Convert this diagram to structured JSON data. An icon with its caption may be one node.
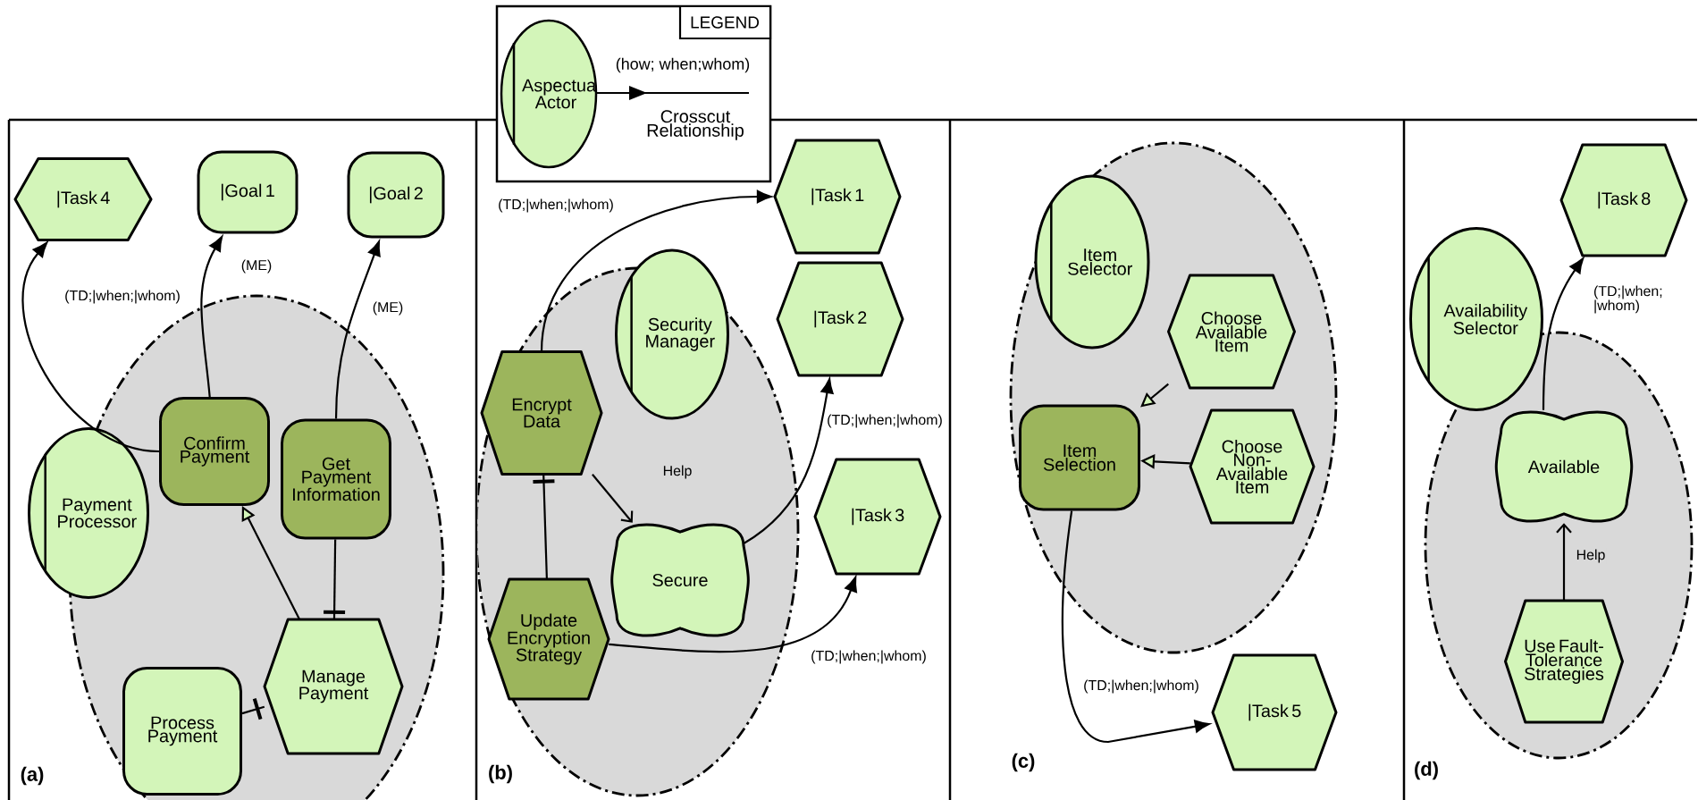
{
  "diagram": {
    "nodes": [
      {
        "text": [
          "|Task 4"
        ]
      },
      {
        "text": [
          "|Goal 1"
        ]
      },
      {
        "text": [
          "|Goal 2"
        ]
      },
      {
        "text": [
          "Payment Processor"
        ]
      },
      {
        "text": [
          "Confirm Payment"
        ]
      },
      {
        "text": [
          "Get Payment Information"
        ]
      },
      {
        "text": [
          "Manage Payment"
        ]
      },
      {
        "text": [
          "Process Payment"
        ]
      },
      {
        "text": [
          "Security Manager"
        ]
      },
      {
        "text": [
          "|Task 1"
        ]
      },
      {
        "text": [
          "|Task 2"
        ]
      },
      {
        "text": [
          "Encrypt Data"
        ]
      },
      {
        "text": [
          "|Task 3"
        ]
      },
      {
        "text": [
          "Secure"
        ]
      },
      {
        "text": [
          "Update Encryption Strategy"
        ]
      },
      {
        "text": [
          "Item Selector"
        ]
      },
      {
        "text": [
          "Choose Available Item"
        ]
      },
      {
        "text": [
          "Item Selection"
        ]
      },
      {
        "text": [
          "Choose Non-Available Item"
        ]
      },
      {
        "text": [
          "|Task 5"
        ]
      },
      {
        "text": [
          "|Task 8"
        ]
      },
      {
        "text": [
          "Availability Selector"
        ]
      },
      {
        "text": [
          "Available"
        ]
      },
      {
        "text": [
          "Use Fault-Tolerance Strategies"
        ]
      }
    ],
    "edges": [
      {
        "from": 4,
        "to": 0,
        "arrow": "to",
        "label": "(TD;|when;|whom)"
      },
      {
        "from": 4,
        "to": 1,
        "arrow": "to",
        "label": "(ME)"
      },
      {
        "from": 5,
        "to": 2,
        "arrow": "to",
        "label": "(ME)"
      },
      {
        "from": 6,
        "to": 4,
        "arrow": "to"
      },
      {
        "from": 5,
        "to": 6,
        "arrow": "other"
      },
      {
        "from": 7,
        "to": 6,
        "arrow": "other"
      },
      {
        "from": 11,
        "to": 9,
        "arrow": "to",
        "label": "(TD;|when;|whom)"
      },
      {
        "from": 11,
        "to": 13,
        "arrow": "to",
        "label": "Help"
      },
      {
        "from": 14,
        "to": 11,
        "arrow": "other"
      },
      {
        "from": 13,
        "to": 10,
        "arrow": "to",
        "label": "(TD;|when;|whom)"
      },
      {
        "from": 14,
        "to": 12,
        "arrow": "to",
        "label": "(TD;|when;|whom)"
      },
      {
        "from": 16,
        "to": 17,
        "arrow": "to"
      },
      {
        "from": 18,
        "to": 17,
        "arrow": "to"
      },
      {
        "from": 17,
        "to": 19,
        "arrow": "to",
        "label": "(TD;|when;|whom)"
      },
      {
        "from": 22,
        "to": 20,
        "arrow": "to",
        "label": "(TD;|when; |whom)"
      },
      {
        "from": 23,
        "to": 22,
        "arrow": "to",
        "label": "Help"
      }
    ],
    "labels": [
      "LEGEND",
      "(how; when;whom)",
      "(a)",
      "(b)",
      "(c)",
      "(d)"
    ],
    "legend": [
      {
        "text": "Aspectua Actor"
      },
      {
        "text": "Crosscut Relationship"
      }
    ]
  }
}
